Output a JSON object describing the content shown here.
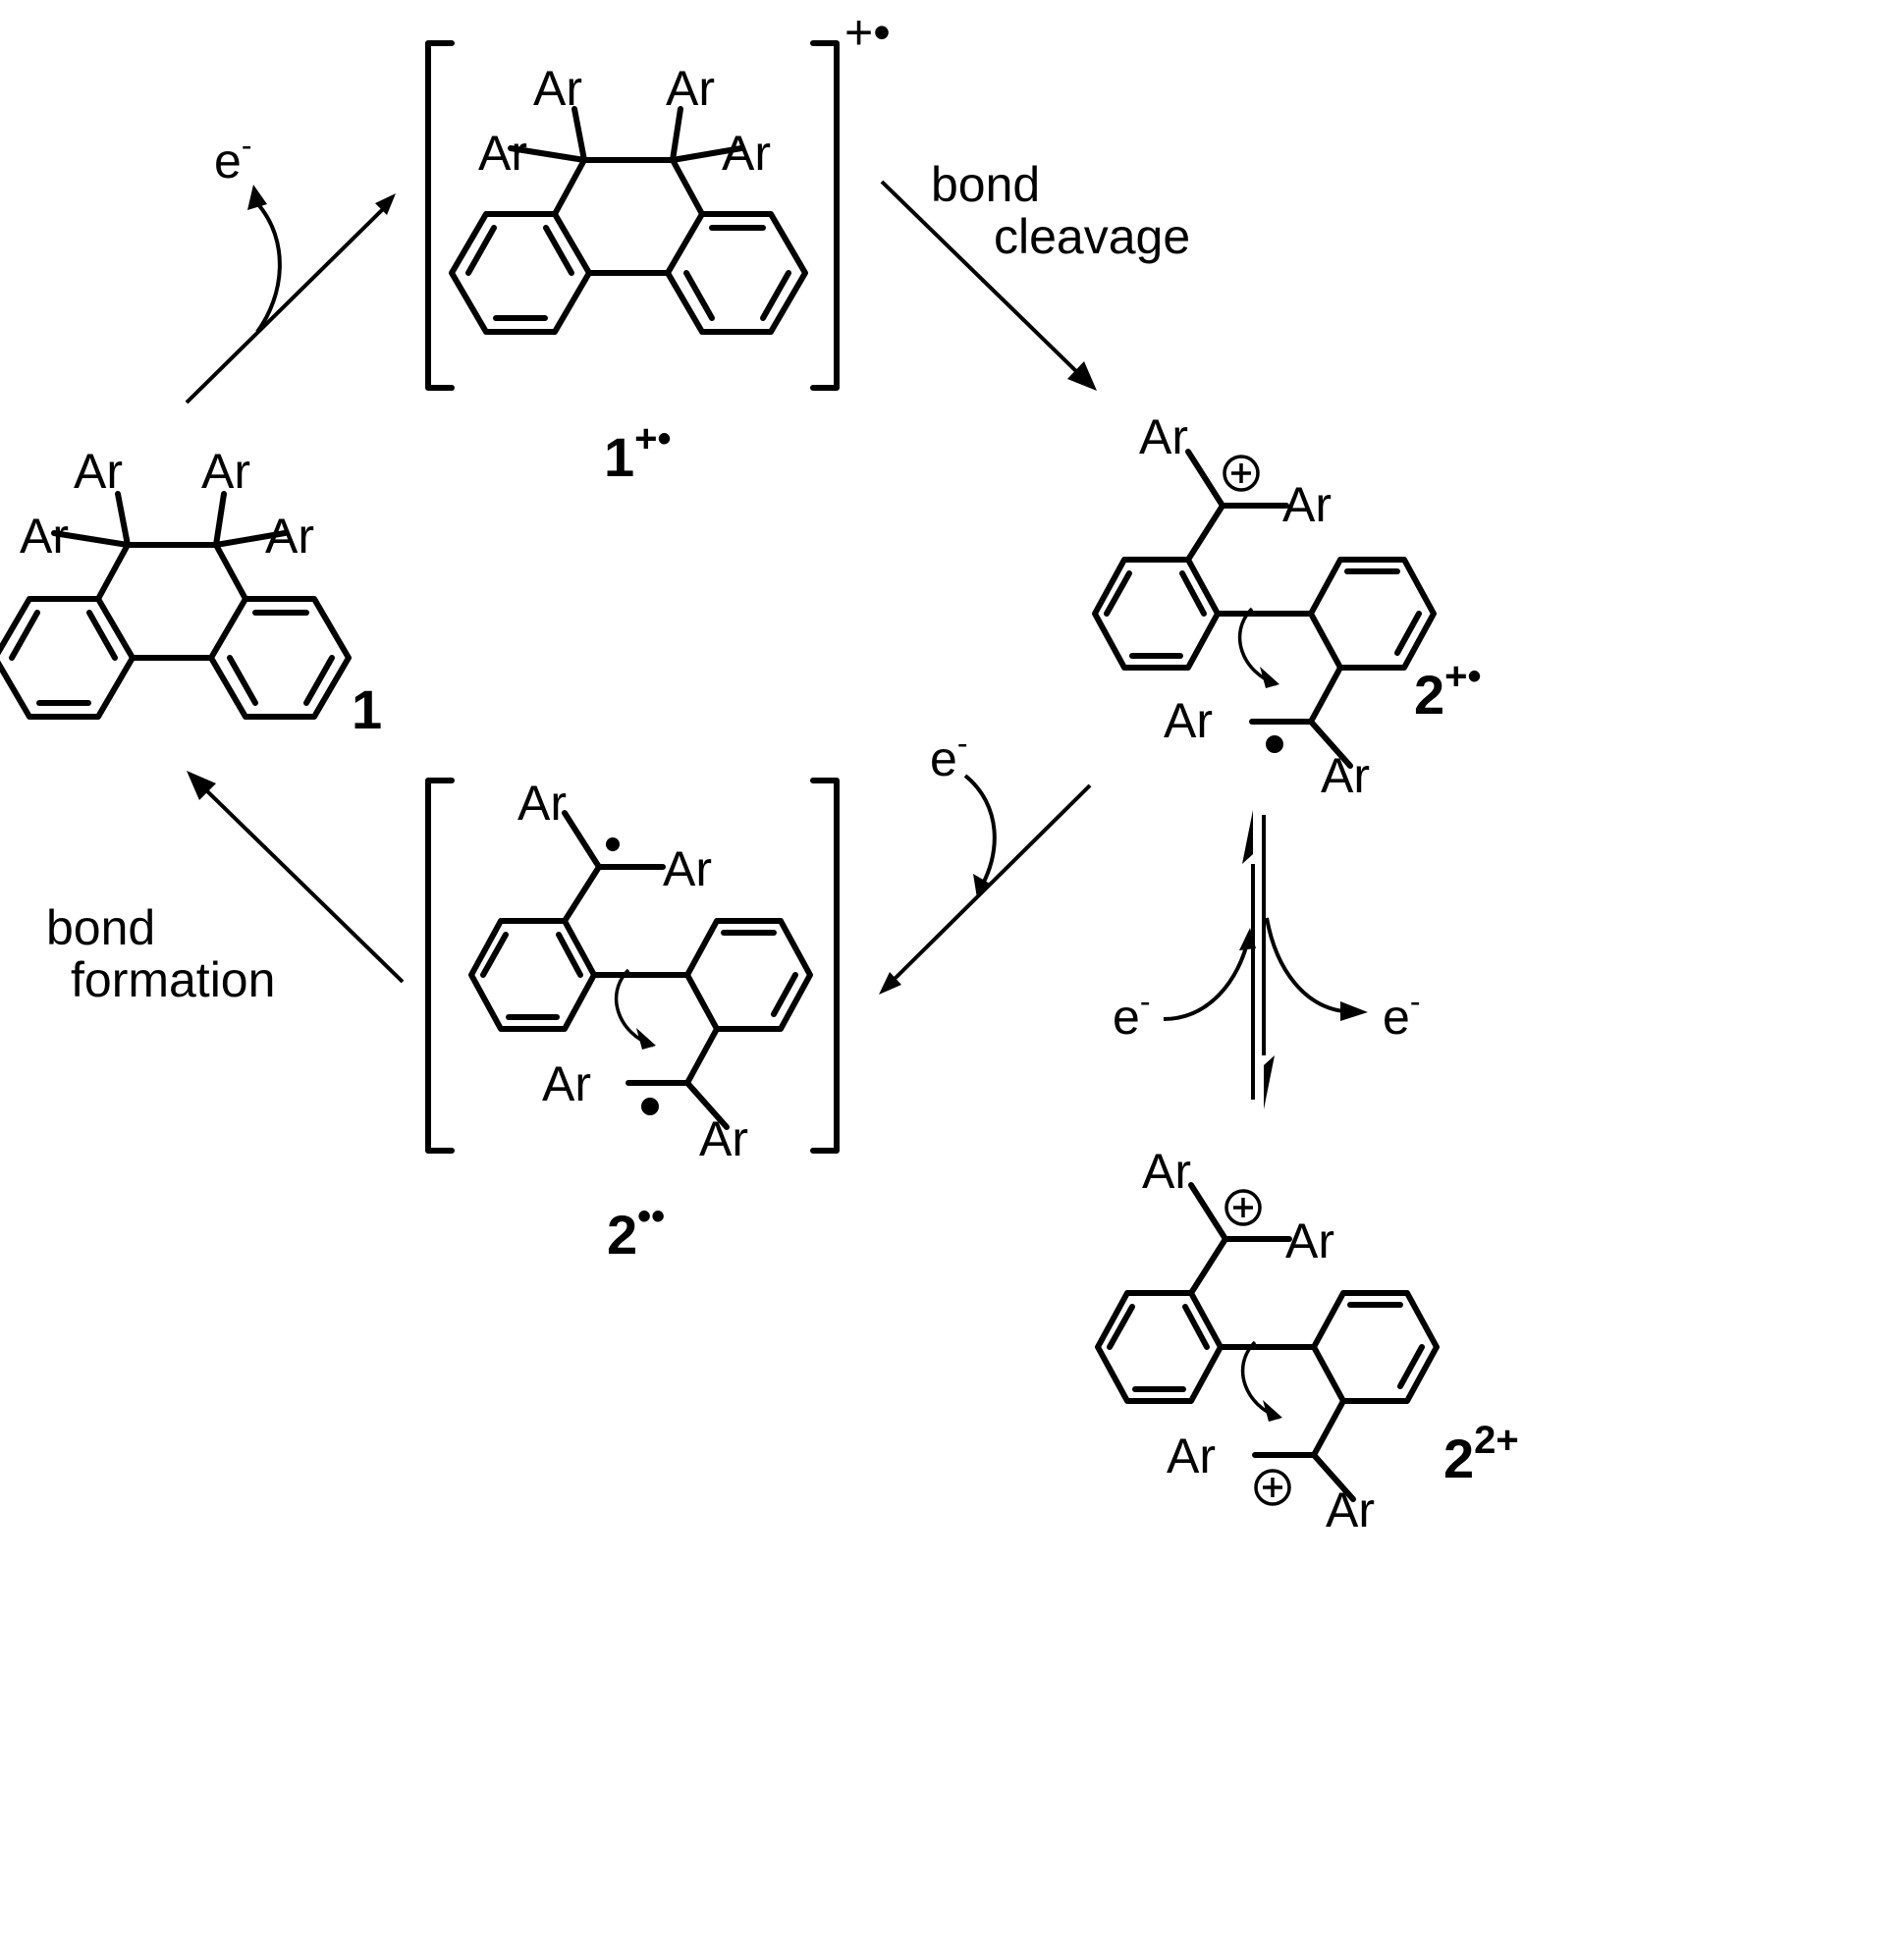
{
  "substituent_label": "Ar",
  "electron_label": "e",
  "electron_sup": "-",
  "steps": {
    "cleavage": [
      "bond",
      "cleavage"
    ],
    "formation": [
      "bond",
      "formation"
    ]
  },
  "compounds": {
    "c1": {
      "num": "1",
      "sup": ""
    },
    "c1rc": {
      "num": "1",
      "sup": "+•"
    },
    "c1rc_bracket_charge": "+•",
    "c2rc": {
      "num": "2",
      "sup": "+•"
    },
    "c2dirad": {
      "num": "2",
      "sup": "••"
    },
    "c2dic": {
      "num": "2",
      "sup": "2+"
    }
  }
}
